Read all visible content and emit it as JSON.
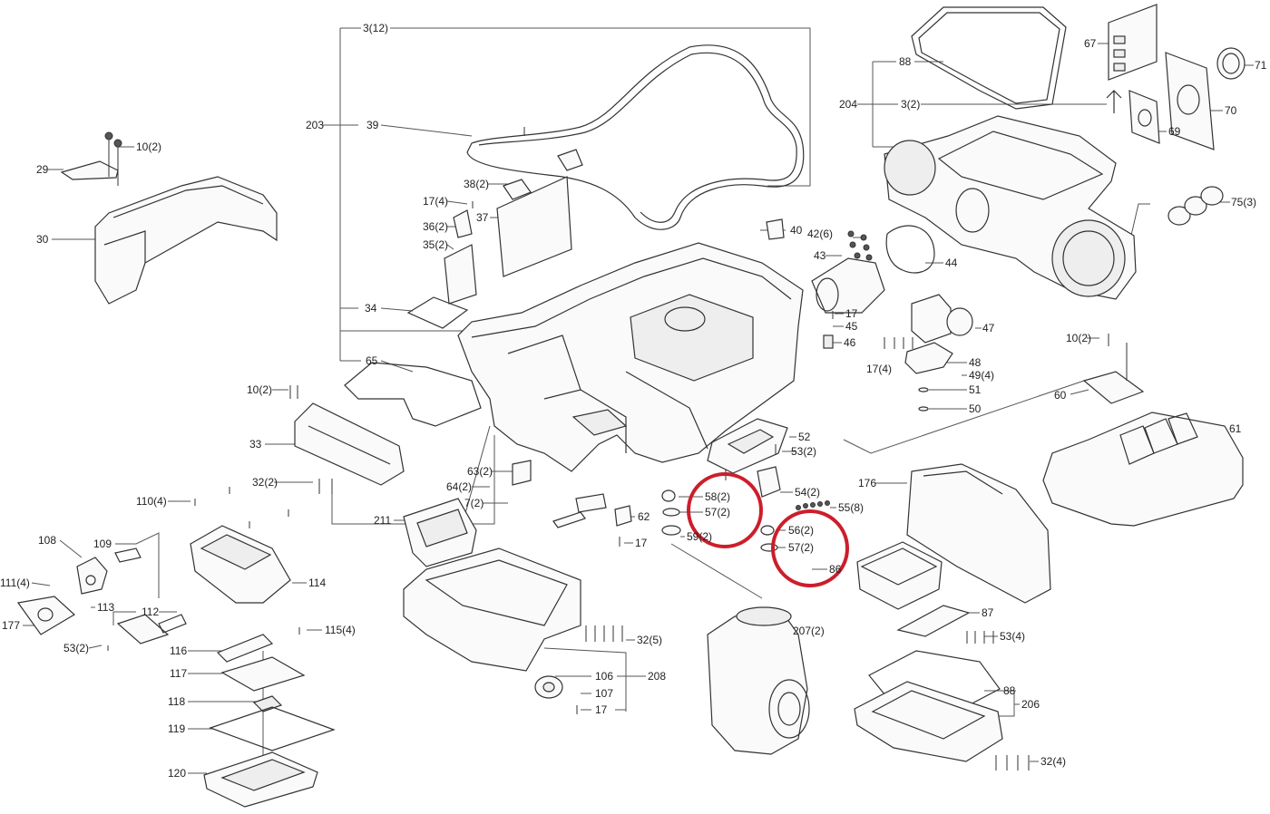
{
  "labels": {
    "l_3_12": "3(12)",
    "l_203": "203",
    "l_39": "39",
    "l_67": "67",
    "l_71": "71",
    "l_88a": "88",
    "l_204": "204",
    "l_3_2": "3(2)",
    "l_70": "70",
    "l_69": "69",
    "l_10_2a": "10(2)",
    "l_29": "29",
    "l_30": "30",
    "l_38_2": "38(2)",
    "l_17_4a": "17(4)",
    "l_37": "37",
    "l_36_2": "36(2)",
    "l_35_2": "35(2)",
    "l_40": "40",
    "l_42_6": "42(6)",
    "l_43": "43",
    "l_44": "44",
    "l_75_3": "75(3)",
    "l_34": "34",
    "l_17a": "17",
    "l_45": "45",
    "l_46": "46",
    "l_47": "47",
    "l_17_4b": "17(4)",
    "l_48": "48",
    "l_49_4": "49(4)",
    "l_51": "51",
    "l_50": "50",
    "l_10_2b": "10(2)",
    "l_60": "60",
    "l_61": "61",
    "l_65": "65",
    "l_10_2c": "10(2)",
    "l_33": "33",
    "l_52": "52",
    "l_53_2a": "53(2)",
    "l_176": "176",
    "l_63_2": "63(2)",
    "l_64_2": "64(2)",
    "l_7_2": "7(2)",
    "l_58_2a": "58(2)",
    "l_57_2a": "57(2)",
    "l_54_2": "54(2)",
    "l_55_8": "55(8)",
    "l_56_2": "56(2)",
    "l_57_2b": "57(2)",
    "l_86": "86",
    "l_59_2": "59(2)",
    "l_32_2": "32(2)",
    "l_110_4": "110(4)",
    "l_211": "211",
    "l_62": "62",
    "l_17b": "17",
    "l_108": "108",
    "l_109": "109",
    "l_114": "114",
    "l_111_4": "111(4)",
    "l_113": "113",
    "l_177": "177",
    "l_112": "112",
    "l_53_2b": "53(2)",
    "l_115_4": "115(4)",
    "l_116": "116",
    "l_117": "117",
    "l_118": "118",
    "l_119": "119",
    "l_120": "120",
    "l_32_5": "32(5)",
    "l_106": "106",
    "l_208": "208",
    "l_107": "107",
    "l_17c": "17",
    "l_207_2": "207(2)",
    "l_87": "87",
    "l_53_4": "53(4)",
    "l_88b": "88",
    "l_206": "206",
    "l_32_4": "32(4)"
  },
  "colors": {
    "line": "#555555",
    "part_stroke": "#333333",
    "highlight": "#cc1e2b",
    "background": "#ffffff"
  }
}
